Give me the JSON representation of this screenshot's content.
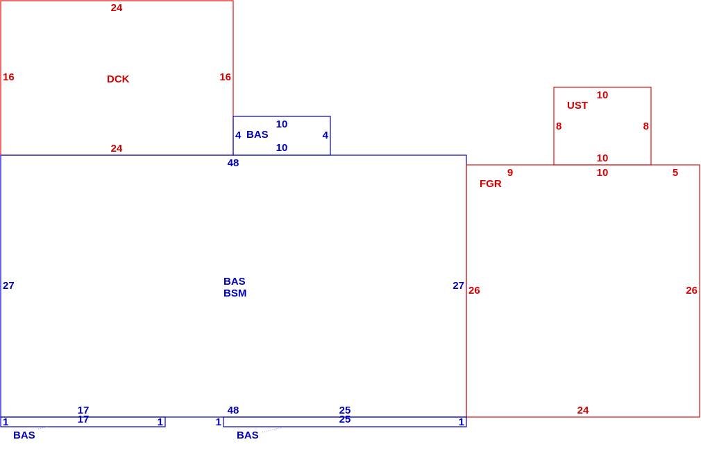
{
  "colors": {
    "red": "#d40000",
    "blue": "#0000c0"
  },
  "sketch": {
    "dck": {
      "code": "DCK",
      "top": "24",
      "bottom": "24",
      "left": "16",
      "right": "16"
    },
    "bas_small": {
      "code": "BAS",
      "top": "10",
      "bottom": "10",
      "left": "4",
      "right": "4"
    },
    "main": {
      "code1": "BAS",
      "code2": "BSM",
      "top": "48",
      "bottom": "48",
      "left": "27",
      "right": "27"
    },
    "ust": {
      "code": "UST",
      "top": "10",
      "bottom": "10",
      "left": "8",
      "right": "8"
    },
    "fgr": {
      "code": "FGR",
      "top_left": "9",
      "top_mid": "10",
      "top_right": "5",
      "left": "26",
      "right": "26",
      "bottom": "24"
    },
    "bas_strip_left": {
      "code": "BAS",
      "top": "17",
      "bottom": "17",
      "left": "1",
      "right": "1"
    },
    "bas_strip_right": {
      "code": "BAS",
      "top": "25",
      "bottom": "25",
      "left": "1",
      "right": "1"
    }
  }
}
